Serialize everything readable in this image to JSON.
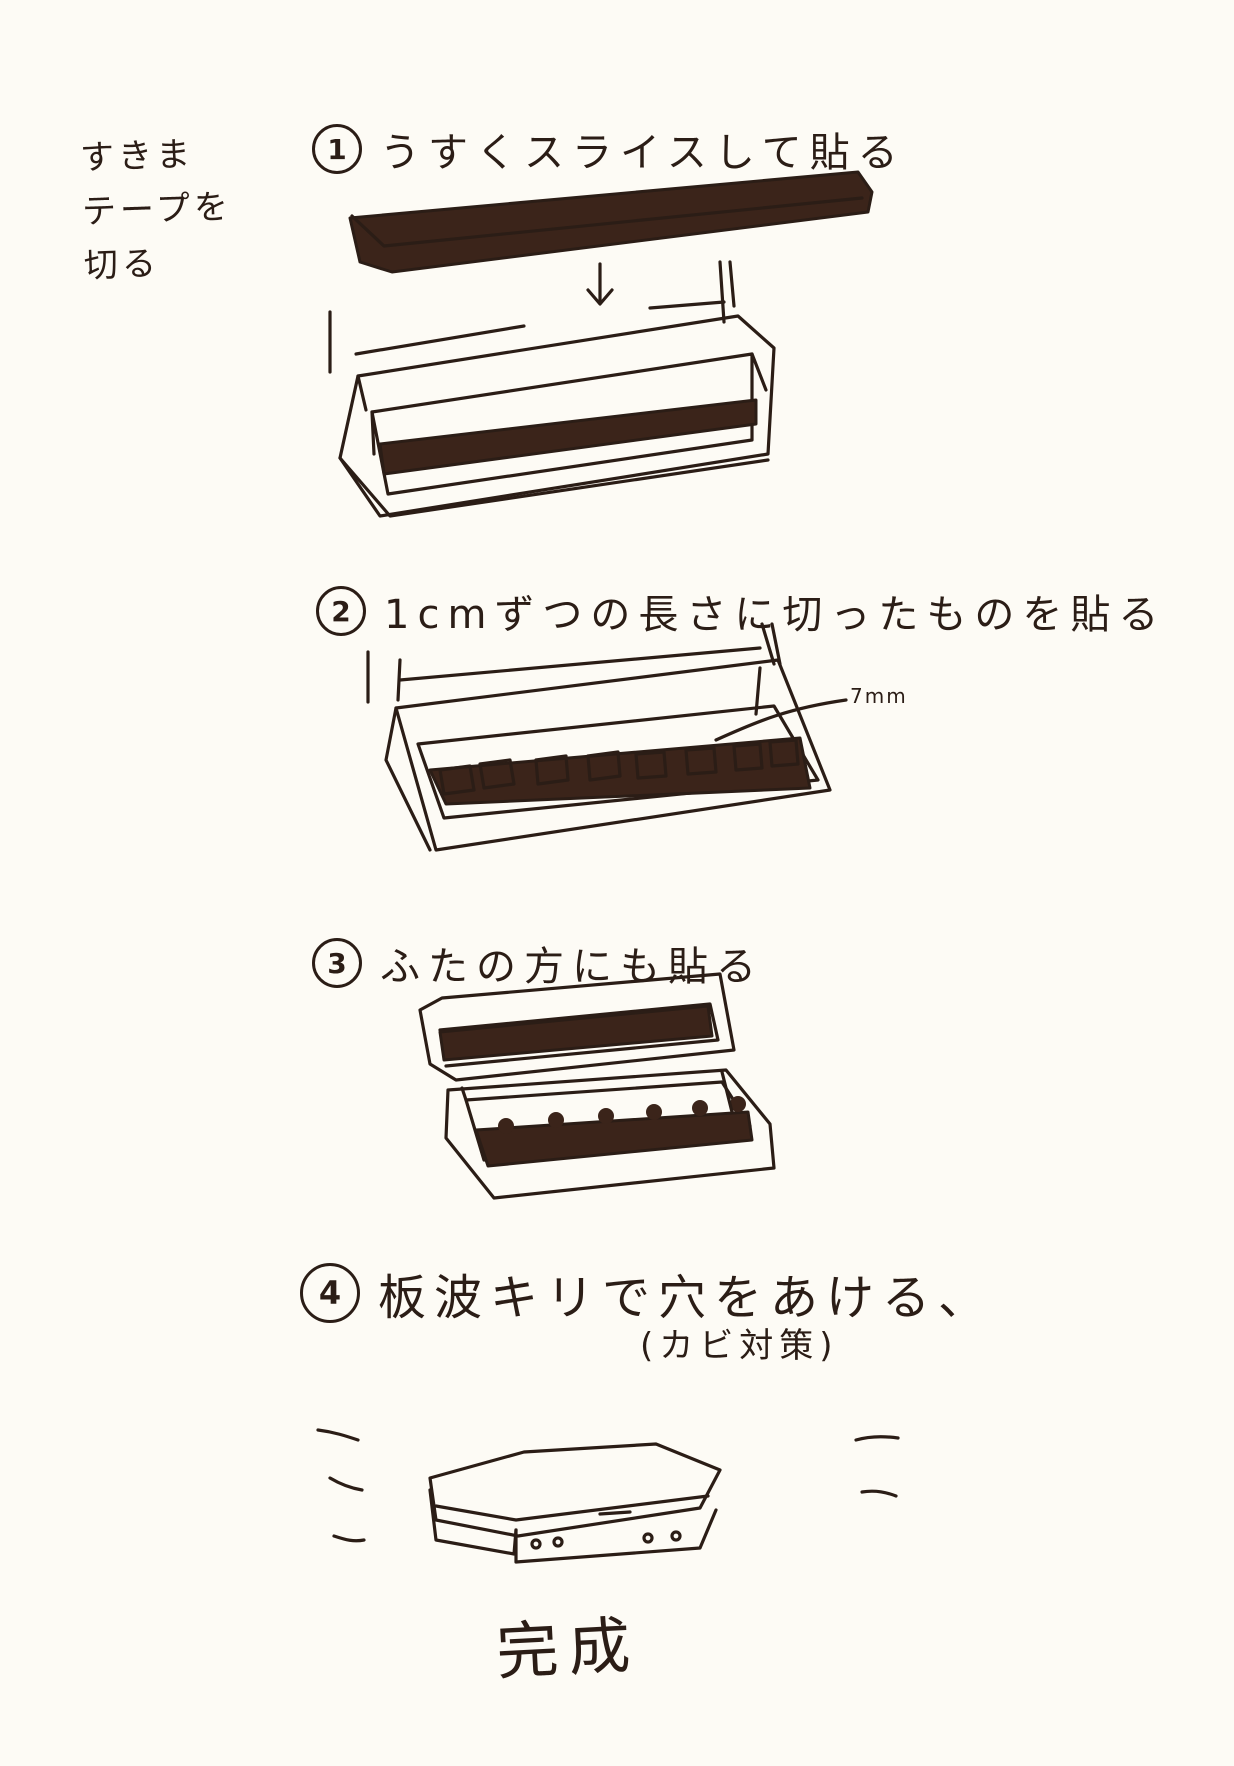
{
  "side_note": {
    "lines": [
      "すきま",
      "テープを",
      "切る"
    ]
  },
  "steps": [
    {
      "number": "1",
      "text": "うすくスライスして貼る"
    },
    {
      "number": "2",
      "text": "1cmずつの長さに切ったものを貼る"
    },
    {
      "number": "3",
      "text": "ふたの方にも貼る"
    },
    {
      "number": "4",
      "text": "板波キリで穴をあける、"
    }
  ],
  "step4_note": "(カビ対策)",
  "measurement_label": "7mm",
  "completion": "完成",
  "colors": {
    "ink": "#2b1d16",
    "fill": "#3b241a",
    "paper": "#fdfbf5"
  }
}
